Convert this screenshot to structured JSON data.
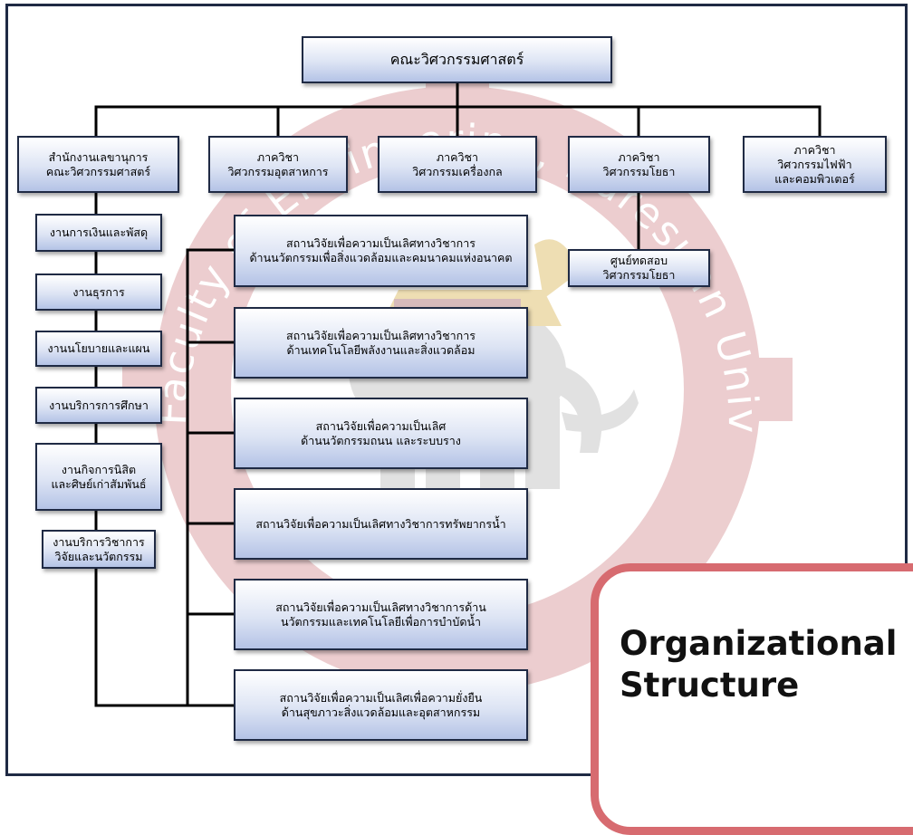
{
  "faculty": {
    "title": "คณะวิศวกรรมศาสตร์"
  },
  "units": {
    "secretary_office": "สำนักงานเลขานุการ\nคณะวิศวกรรมศาสตร์",
    "dept_industrial": "ภาควิชา\nวิศวกรรมอุตสาหการ",
    "dept_mechanical": "ภาควิชา\nวิศวกรรมเครื่องกล",
    "dept_civil": "ภาควิชา\nวิศวกรรมโยธา",
    "dept_electrical_computer": "ภาควิชา\nวิศวกรรมไฟฟ้า\nและคอมพิวเตอร์"
  },
  "civil_center": "ศูนย์ทดสอบ\nวิศวกรรมโยธา",
  "office_sections": [
    "งานการเงินและพัสดุ",
    "งานธุรการ",
    "งานนโยบายและแผน",
    "งานบริการการศึกษา",
    "งานกิจการนิสิต\nและศิษย์เก่าสัมพันธ์",
    "งานบริการวิชาการ\nวิจัยและนวัตกรรม"
  ],
  "research_institutes": [
    "สถานวิจัยเพื่อความเป็นเลิศทางวิชาการ\nด้านนวัตกรรมเพื่อสิ่งแวดล้อมและคมนาคมแห่งอนาคต",
    "สถานวิจัยเพื่อความเป็นเลิศทางวิชาการ\nด้านเทคโนโลยีพลังงานและสิ่งแวดล้อม",
    "สถานวิจัยเพื่อความเป็นเลิศ\nด้านนวัตกรรมถนน และระบบราง",
    "สถานวิจัยเพื่อความเป็นเลิศทางวิชาการทรัพยากรน้ำ",
    "สถานวิจัยเพื่อความเป็นเลิศทางวิชาการด้าน\nนวัตกรรมและเทคโนโลยีเพื่อการบำบัดน้ำ",
    "สถานวิจัยเพื่อความเป็นเลิศเพื่อความยั่งยืน\nด้านสุขภาวะสิ่งแวดล้อมและอุตสาหกรรม"
  ],
  "watermark": {
    "text": "Faculty of Engineering, Naresuan University",
    "color": "#d9a7a9"
  },
  "heading": "Organizational\nStructure",
  "colors": {
    "line": "#000000",
    "box_border": "#1f2a44",
    "accent": "#d76b70"
  }
}
